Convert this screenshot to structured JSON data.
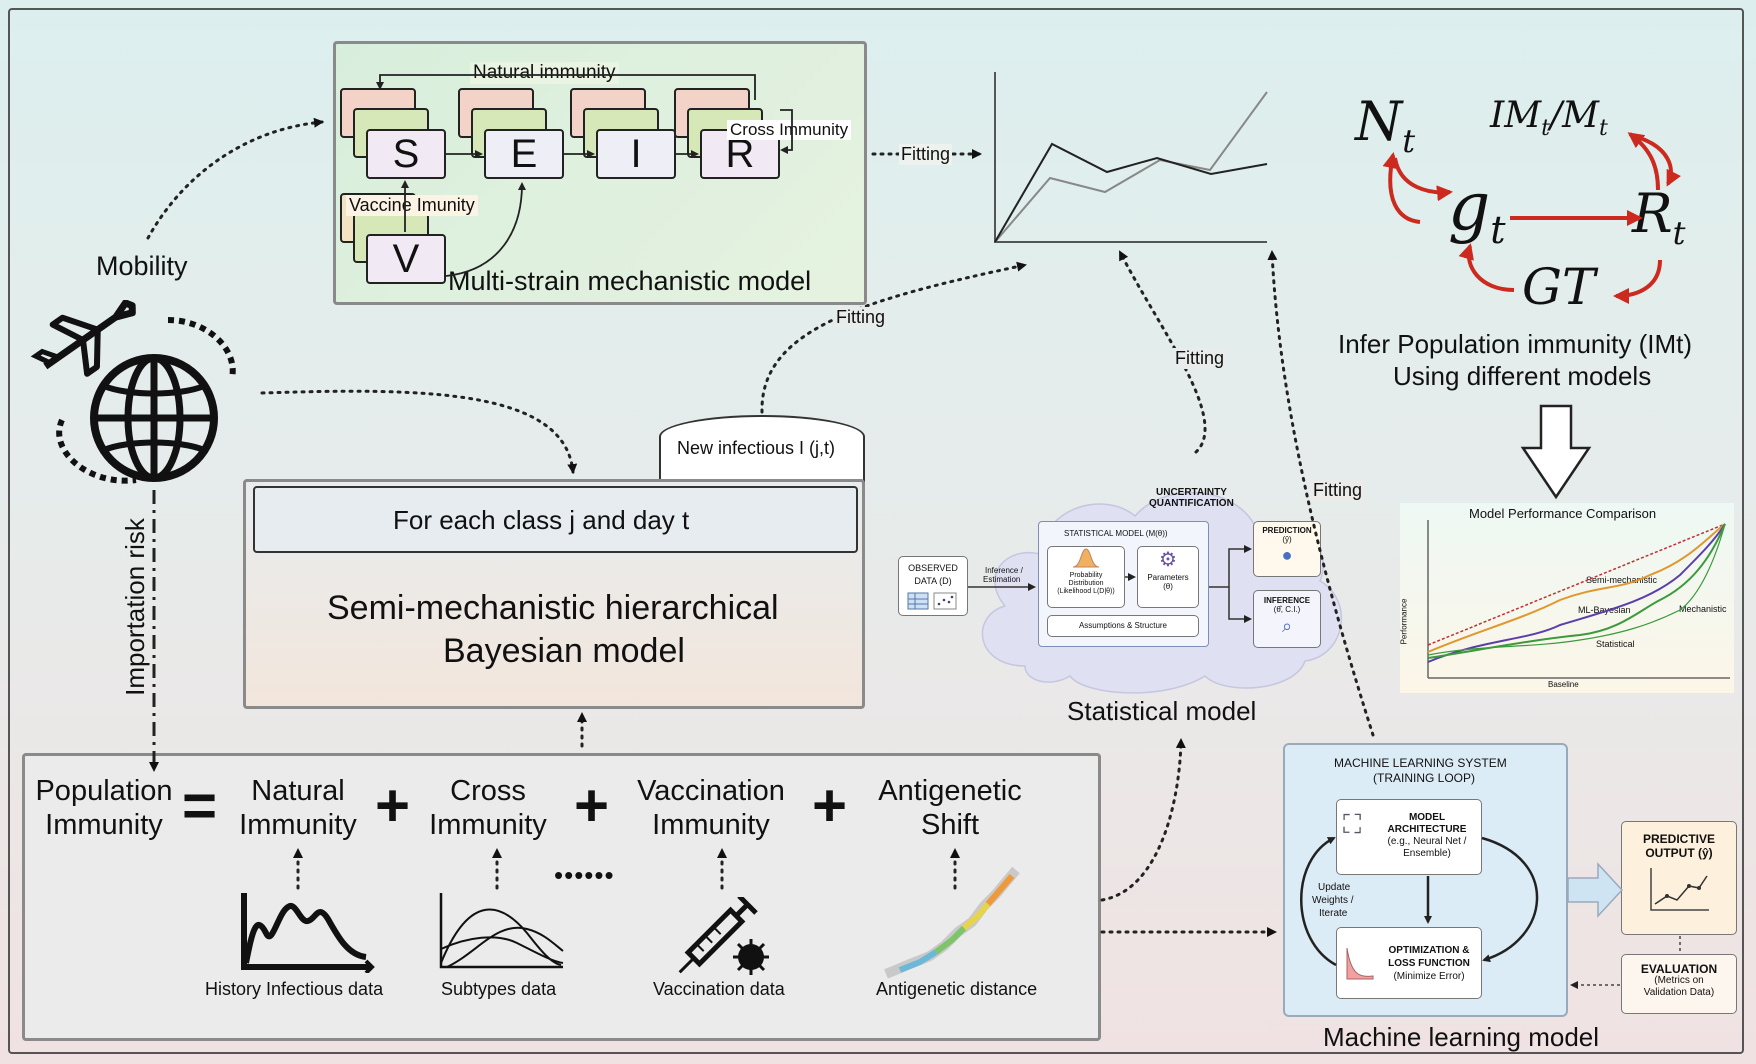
{
  "mechanistic": {
    "title": "Multi-strain mechanistic model",
    "natural_immunity": "Natural immunity",
    "cross_immunity": "Cross Immunity",
    "vaccine_immunity": "Vaccine Imunity",
    "compartments": [
      "S",
      "E",
      "I",
      "R"
    ],
    "v_compartment": "V"
  },
  "edges": {
    "mobility": "Mobility",
    "fitting": "Fitting",
    "importation_risk": "Importation risk"
  },
  "rt_diagram": {
    "n_t": "N",
    "n_t_sub": "t",
    "im_t": "IM",
    "im_t_sub": "t",
    "m_t": "M",
    "m_t_sub": "t",
    "g_t": "g",
    "g_t_sub": "t",
    "r_t": "R",
    "r_t_sub": "t",
    "gt": "GT",
    "caption_line1": "Infer Population immunity (IMt)",
    "caption_line2": "Using different models"
  },
  "model_comparison": {
    "title": "Model Performance Comparison",
    "ylabel": "Performance",
    "xlabel": "Baseline",
    "series_labels": [
      "Semi-mechanistic",
      "ML-Bayesian",
      "Mechanistic",
      "Statistical"
    ]
  },
  "bayesian": {
    "new_infectious": "New infectious I (j,t)",
    "for_each": "For each class j and day t",
    "title_line1": "Semi-mechanistic hierarchical",
    "title_line2": "Bayesian model"
  },
  "statistical": {
    "title": "Statistical model",
    "uq_line1": "UNCERTAINTY",
    "uq_line2": "QUANTIFICATION",
    "observed_line1": "OBSERVED",
    "observed_line2": "DATA (D)",
    "inference_estimation_line1": "Inference /",
    "inference_estimation_line2": "Estimation",
    "stat_model": "STATISTICAL MODEL (M(θ))",
    "prob_line1": "Probability",
    "prob_line2": "Distribution",
    "prob_line3": "(Likelihood L(D|θ))",
    "params_line1": "Parameters",
    "params_line2": "(θ)",
    "assumptions": "Assumptions & Structure",
    "prediction_line1": "PREDICTION",
    "prediction_line2": "(ŷ)",
    "inference_line1": "INFERENCE",
    "inference_line2": "(θ̂, C.I.)"
  },
  "ml": {
    "title": "Machine learning model",
    "system_line1": "MACHINE LEARNING SYSTEM",
    "system_line2": "(TRAINING LOOP)",
    "arch_line1": "MODEL",
    "arch_line2": "ARCHITECTURE",
    "arch_line3": "(e.g., Neural Net /",
    "arch_line4": "Ensemble)",
    "update_line1": "Update",
    "update_line2": "Weights /",
    "update_line3": "Iterate",
    "opt_line1": "OPTIMIZATION &",
    "opt_line2": "LOSS FUNCTION",
    "opt_line3": "(Minimize Error)",
    "pred_line1": "PREDICTIVE",
    "pred_line2": "OUTPUT (ŷ)",
    "eval_line1": "EVALUATION",
    "eval_line2": "(Metrics on",
    "eval_line3": "Validation Data)"
  },
  "equation": {
    "pop_line1": "Population",
    "pop_line2": "Immunity",
    "equals": "=",
    "plus": "+",
    "natural_line1": "Natural",
    "natural_line2": "Immunity",
    "cross_line1": "Cross",
    "cross_line2": "Immunity",
    "vacc_line1": "Vaccination",
    "vacc_line2": "Immunity",
    "anti_line1": "Antigenetic",
    "anti_line2": "Shift",
    "ellipsis": "••••••",
    "history": "History Infectious data",
    "subtypes": "Subtypes data",
    "vaccination_data": "Vaccination data",
    "antigenetic_distance": "Antigenetic distance"
  },
  "colors": {
    "arrow_red": "#cc2a1e",
    "green": "#3c9a3c",
    "orange": "#e0982e",
    "purple": "#5b3fa8"
  }
}
